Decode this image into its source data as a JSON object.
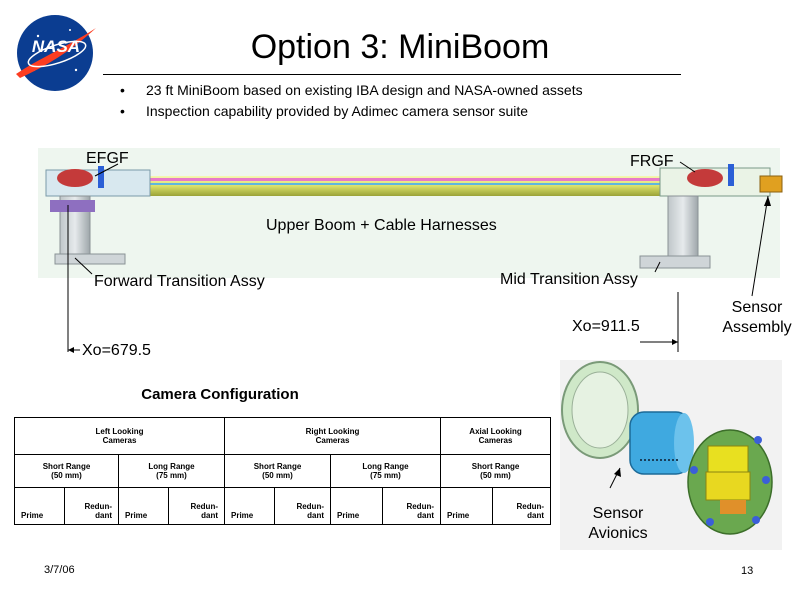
{
  "slide": {
    "title": "Option 3: MiniBoom",
    "bullets": [
      "23 ft MiniBoom based on existing IBA design and NASA-owned assets",
      "Inspection capability provided by Adimec camera sensor suite"
    ],
    "date": "3/7/06",
    "page_number": "13"
  },
  "logo": {
    "text": "NASA",
    "colors": {
      "blue": "#0b3d91",
      "red": "#fc3d21"
    }
  },
  "diagram": {
    "labels": {
      "efgf": "EFGF",
      "frgf": "FRGF",
      "upper_boom": "Upper Boom + Cable Harnesses",
      "forward_transition": "Forward Transition Assy",
      "mid_transition": "Mid Transition Assy",
      "sensor_assembly": "Sensor\nAssembly",
      "sensor_avionics": "Sensor\nAvionics",
      "xo_left": "Xo=679.5",
      "xo_right": "Xo=911.5"
    },
    "colors": {
      "boom": "#d9e06a",
      "boom_dark": "#a8b040",
      "band": "#eef6ef",
      "camera_blue": "#3fa9e0",
      "sensor_yellow": "#e8e020",
      "sensor_green": "#6aa84f"
    }
  },
  "camera_table": {
    "title": "Camera Configuration",
    "groups": [
      "Left Looking\nCameras",
      "Right Looking\nCameras",
      "Axial Looking\nCameras"
    ],
    "ranges": [
      "Short Range\n(50 mm)",
      "Long Range\n(75 mm)",
      "Short Range\n(50 mm)",
      "Long Range\n(75 mm)",
      "Short Range\n(50 mm)"
    ],
    "cells": [
      "Prime",
      "Redun-\ndant",
      "Prime",
      "Redun-\ndant",
      "Prime",
      "Redun-\ndant",
      "Prime",
      "Redun-\ndant",
      "Prime",
      "Redun-\ndant"
    ]
  }
}
